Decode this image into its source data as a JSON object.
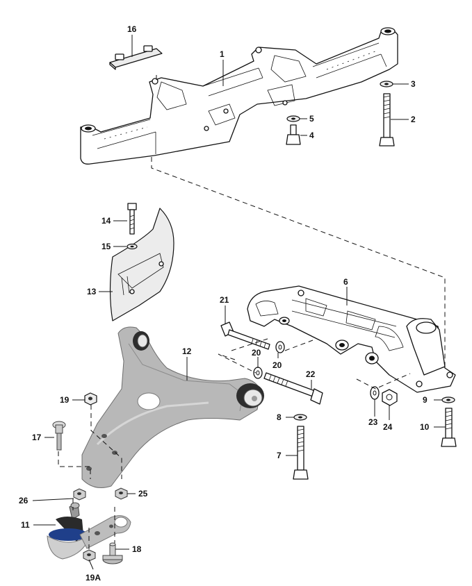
{
  "diagram": {
    "callouts": [
      {
        "id": "1",
        "text": "1"
      },
      {
        "id": "2",
        "text": "2"
      },
      {
        "id": "3",
        "text": "3"
      },
      {
        "id": "4",
        "text": "4"
      },
      {
        "id": "5",
        "text": "5"
      },
      {
        "id": "6",
        "text": "6"
      },
      {
        "id": "7",
        "text": "7"
      },
      {
        "id": "8",
        "text": "8"
      },
      {
        "id": "9",
        "text": "9"
      },
      {
        "id": "10",
        "text": "10"
      },
      {
        "id": "11",
        "text": "11"
      },
      {
        "id": "12",
        "text": "12"
      },
      {
        "id": "13",
        "text": "13"
      },
      {
        "id": "14",
        "text": "14"
      },
      {
        "id": "15",
        "text": "15"
      },
      {
        "id": "16",
        "text": "16"
      },
      {
        "id": "17",
        "text": "17"
      },
      {
        "id": "18",
        "text": "18"
      },
      {
        "id": "19",
        "text": "19"
      },
      {
        "id": "19A",
        "text": "19A"
      },
      {
        "id": "20a",
        "text": "20"
      },
      {
        "id": "20b",
        "text": "20"
      },
      {
        "id": "21",
        "text": "21"
      },
      {
        "id": "22",
        "text": "22"
      },
      {
        "id": "23",
        "text": "23"
      },
      {
        "id": "24",
        "text": "24"
      },
      {
        "id": "25",
        "text": "25"
      },
      {
        "id": "26",
        "text": "26"
      }
    ]
  },
  "colors": {
    "line": "#111111",
    "aluminum": "#b8b8b8",
    "rubber_bushing": "#2d2d2d",
    "ball_joint_ring": "#1f3f8a"
  }
}
